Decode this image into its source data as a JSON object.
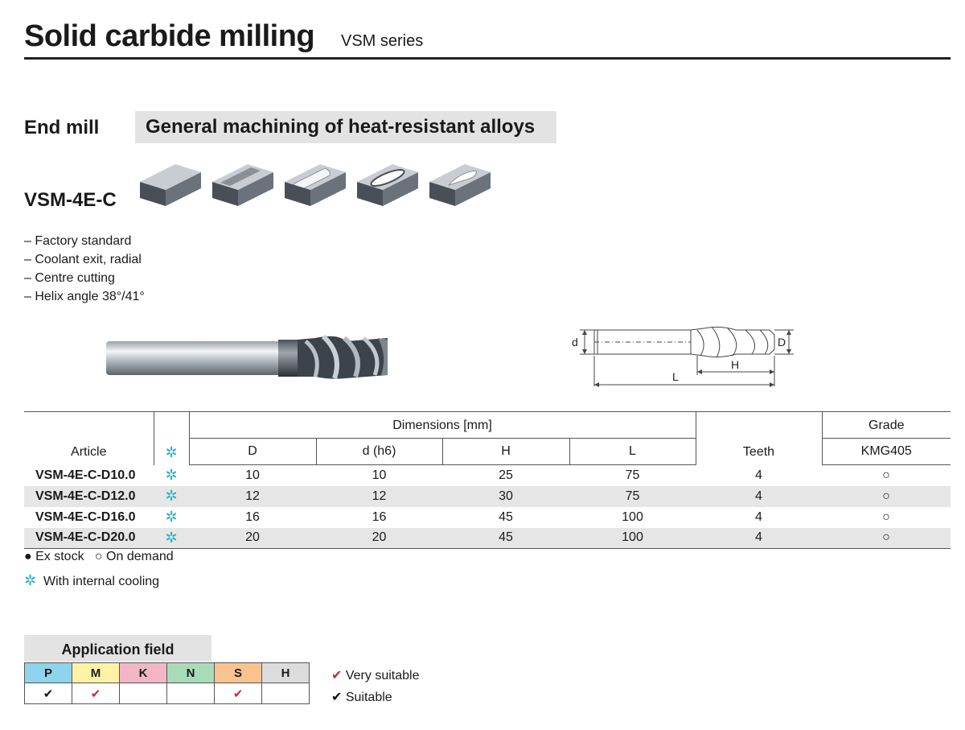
{
  "header": {
    "title": "Solid carbide milling",
    "series": "VSM series"
  },
  "category": "End mill",
  "application": "General machining of heat-resistant alloys",
  "model": "VSM-4E-C",
  "features": [
    "– Factory standard",
    "– Coolant exit, radial",
    "– Centre cutting",
    "– Helix angle 38°/41°"
  ],
  "drawing_labels": {
    "d": "d",
    "D": "D",
    "H": "H",
    "L": "L"
  },
  "table": {
    "article_header": "Article",
    "cooling_symbol": "✲",
    "dimensions_header": "Dimensions [mm]",
    "dimension_columns": [
      "D",
      "d (h6)",
      "H",
      "L"
    ],
    "teeth_header": "Teeth",
    "grade_header": "Grade",
    "grade_name": "KMG405",
    "rows": [
      {
        "article": "VSM-4E-C-D10.0",
        "D": "10",
        "d": "10",
        "H": "25",
        "L": "75",
        "teeth": "4",
        "grade": "○"
      },
      {
        "article": "VSM-4E-C-D12.0",
        "D": "12",
        "d": "12",
        "H": "30",
        "L": "75",
        "teeth": "4",
        "grade": "○"
      },
      {
        "article": "VSM-4E-C-D16.0",
        "D": "16",
        "d": "16",
        "H": "45",
        "L": "100",
        "teeth": "4",
        "grade": "○"
      },
      {
        "article": "VSM-4E-C-D20.0",
        "D": "20",
        "d": "20",
        "H": "45",
        "L": "100",
        "teeth": "4",
        "grade": "○"
      }
    ]
  },
  "legend": {
    "ex_stock": "● Ex stock",
    "on_demand": "○ On demand",
    "internal_cooling": "With internal cooling"
  },
  "application_field": {
    "title": "Application field",
    "materials": [
      {
        "code": "P",
        "color": "#8fd3ec",
        "mark": "✔",
        "mark_type": "suitable"
      },
      {
        "code": "M",
        "color": "#fff2a6",
        "mark": "✔",
        "mark_type": "very"
      },
      {
        "code": "K",
        "color": "#f3b6c6",
        "mark": "",
        "mark_type": ""
      },
      {
        "code": "N",
        "color": "#a8dcb8",
        "mark": "",
        "mark_type": ""
      },
      {
        "code": "S",
        "color": "#f9c38f",
        "mark": "✔",
        "mark_type": "very"
      },
      {
        "code": "H",
        "color": "#dcdcdc",
        "mark": "",
        "mark_type": ""
      }
    ],
    "very_suitable": "Very suitable",
    "suitable": "Suitable",
    "check": "✔"
  },
  "colors": {
    "cooling": "#27b3c9",
    "very_suitable": "#d5252c",
    "suitable": "#111111"
  }
}
